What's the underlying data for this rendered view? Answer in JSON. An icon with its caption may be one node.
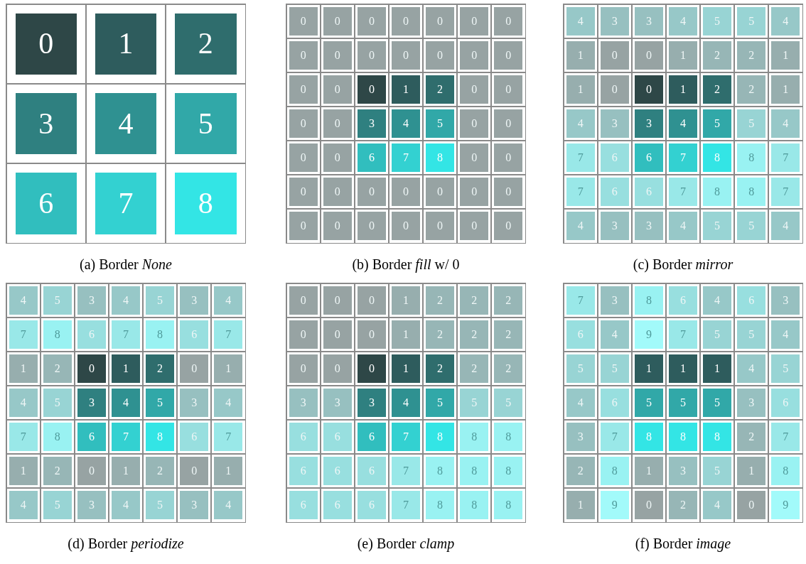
{
  "diagram": {
    "nodes": [
      {
        "text": [
          "0",
          "1",
          "2",
          "3",
          "4",
          "5",
          "6",
          "7",
          "8"
        ],
        "beside": [
          "(a) Border *None*"
        ]
      },
      {
        "text": [
          "0",
          "0",
          "0",
          "0",
          "0",
          "0",
          "0",
          "0",
          "0",
          "0",
          "0",
          "0",
          "0",
          "0",
          "0",
          "0",
          "0",
          "1",
          "2",
          "0",
          "0",
          "0",
          "0",
          "3",
          "4",
          "5",
          "0",
          "0",
          "0",
          "0",
          "6",
          "7",
          "8",
          "0",
          "0",
          "0",
          "0",
          "0",
          "0",
          "0",
          "0",
          "0",
          "0",
          "0",
          "0",
          "0",
          "0",
          "0",
          "0"
        ],
        "beside": [
          "(b) Border *fill* w/ 0"
        ]
      },
      {
        "text": [
          "4",
          "3",
          "3",
          "4",
          "5",
          "5",
          "4",
          "1",
          "0",
          "0",
          "1",
          "2",
          "2",
          "1",
          "1",
          "0",
          "0",
          "1",
          "2",
          "2",
          "1",
          "4",
          "3",
          "3",
          "4",
          "5",
          "5",
          "4",
          "7",
          "6",
          "6",
          "7",
          "8",
          "8",
          "7",
          "7",
          "6",
          "6",
          "7",
          "8",
          "8",
          "7",
          "4",
          "3",
          "3",
          "4",
          "5",
          "5",
          "4"
        ],
        "beside": [
          "(c) Border *mirror*"
        ]
      },
      {
        "text": [
          "4",
          "5",
          "3",
          "4",
          "5",
          "3",
          "4",
          "7",
          "8",
          "6",
          "7",
          "8",
          "6",
          "7",
          "1",
          "2",
          "0",
          "1",
          "2",
          "0",
          "1",
          "4",
          "5",
          "3",
          "4",
          "5",
          "3",
          "4",
          "7",
          "8",
          "6",
          "7",
          "8",
          "6",
          "7",
          "1",
          "2",
          "0",
          "1",
          "2",
          "0",
          "1",
          "4",
          "5",
          "3",
          "4",
          "5",
          "3",
          "4"
        ],
        "beside": [
          "(d) Border *periodize*"
        ]
      },
      {
        "text": [
          "0",
          "0",
          "0",
          "1",
          "2",
          "2",
          "2",
          "0",
          "0",
          "0",
          "1",
          "2",
          "2",
          "2",
          "0",
          "0",
          "0",
          "1",
          "2",
          "2",
          "2",
          "3",
          "3",
          "3",
          "4",
          "5",
          "5",
          "5",
          "6",
          "6",
          "6",
          "7",
          "8",
          "8",
          "8",
          "6",
          "6",
          "6",
          "7",
          "8",
          "8",
          "8",
          "6",
          "6",
          "6",
          "7",
          "8",
          "8",
          "8"
        ],
        "beside": [
          "(e) Border *clamp*"
        ]
      },
      {
        "text": [
          "7",
          "3",
          "8",
          "6",
          "4",
          "6",
          "3",
          "6",
          "4",
          "9",
          "7",
          "5",
          "5",
          "4",
          "5",
          "5",
          "1",
          "1",
          "1",
          "4",
          "5",
          "4",
          "6",
          "5",
          "5",
          "5",
          "3",
          "6",
          "3",
          "7",
          "8",
          "8",
          "8",
          "2",
          "7",
          "2",
          "8",
          "1",
          "3",
          "5",
          "1",
          "8",
          "1",
          "9",
          "0",
          "2",
          "4",
          "0",
          "9"
        ],
        "beside": [
          "(f) Border *image*"
        ]
      }
    ]
  }
}
